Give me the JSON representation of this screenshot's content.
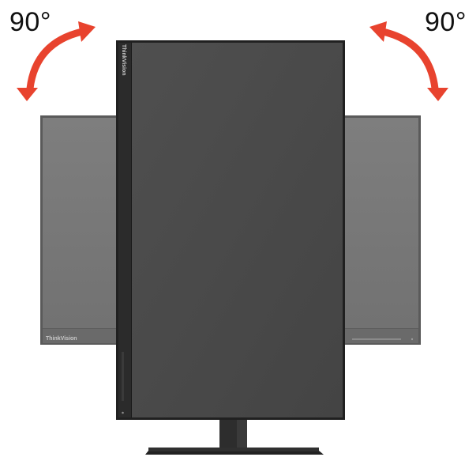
{
  "figure": {
    "rotation_left_label": "90°",
    "rotation_right_label": "90°",
    "brand_landscape": "ThinkVision",
    "brand_portrait": "ThinkVision"
  },
  "colors": {
    "arrow": "#e8432e",
    "landscape_panel": "#7b7b7b",
    "portrait_panel": "#4d4d4d",
    "portrait_bezel": "#262626",
    "stand": "#2b2b2b"
  },
  "icons": [
    "curved-arrow-icon-left",
    "curved-arrow-icon-right"
  ]
}
